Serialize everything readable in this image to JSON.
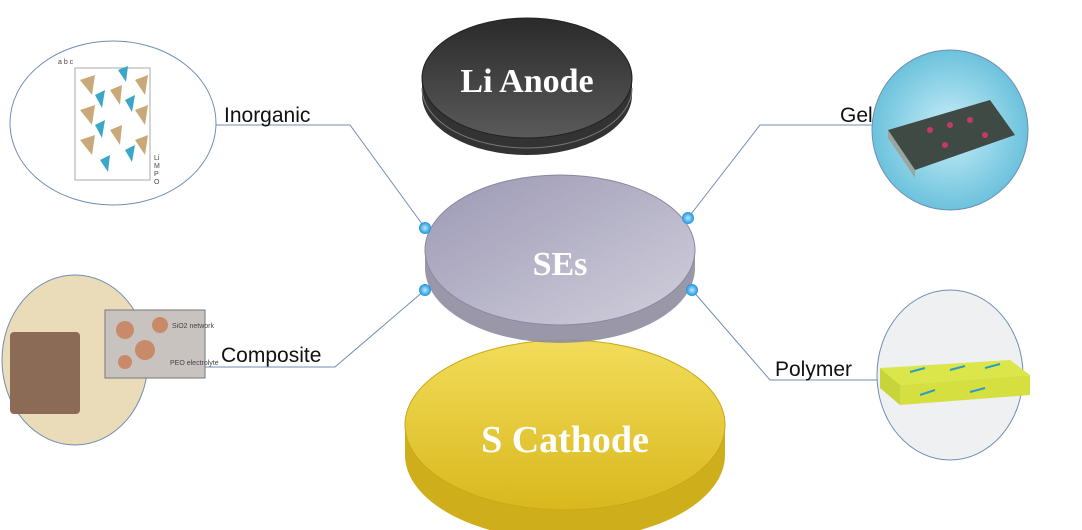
{
  "discs": {
    "anode": "Li  Anode",
    "electrolyte": "SEs",
    "cathode": "S Cathode"
  },
  "categories": {
    "inorganic": "Inorganic",
    "composite": "Composite",
    "gel": "Gel",
    "polymer": "Polymer"
  },
  "inorganic_inset": {
    "axes": "a  b  c",
    "legend": [
      "Li",
      "M",
      "P",
      "O"
    ]
  },
  "composite_inset": {
    "network": "SiO2 network",
    "electrolyte": "PEO electrolyte"
  },
  "colors": {
    "anode": "#3a3a3a",
    "electrolyte": "#b4b2c6",
    "cathode": "#e8cf3c",
    "connector": "#6f8fb3",
    "dot": "#29a9e8"
  }
}
